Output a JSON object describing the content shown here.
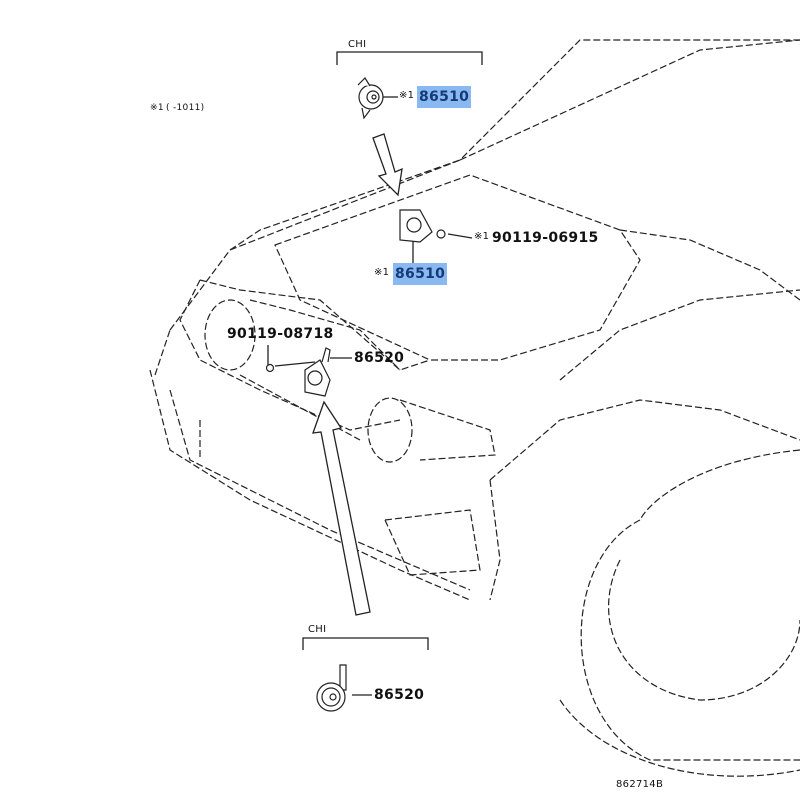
{
  "diagram": {
    "top_group": {
      "label": "CHI",
      "mark": "※1",
      "part": "86510"
    },
    "note": {
      "mark": "※1",
      "text": "(      -1011)"
    },
    "upper_horn": {
      "mark": "※1",
      "part": "86510"
    },
    "upper_bolt": {
      "mark": "※1",
      "part": "90119-06915"
    },
    "lower_bolt": {
      "part": "90119-08718"
    },
    "lower_horn": {
      "part": "86520"
    },
    "bottom_group": {
      "label": "CHI",
      "part": "86520"
    },
    "figure_id": "862714B",
    "highlight_color": "#8ab8f0"
  }
}
